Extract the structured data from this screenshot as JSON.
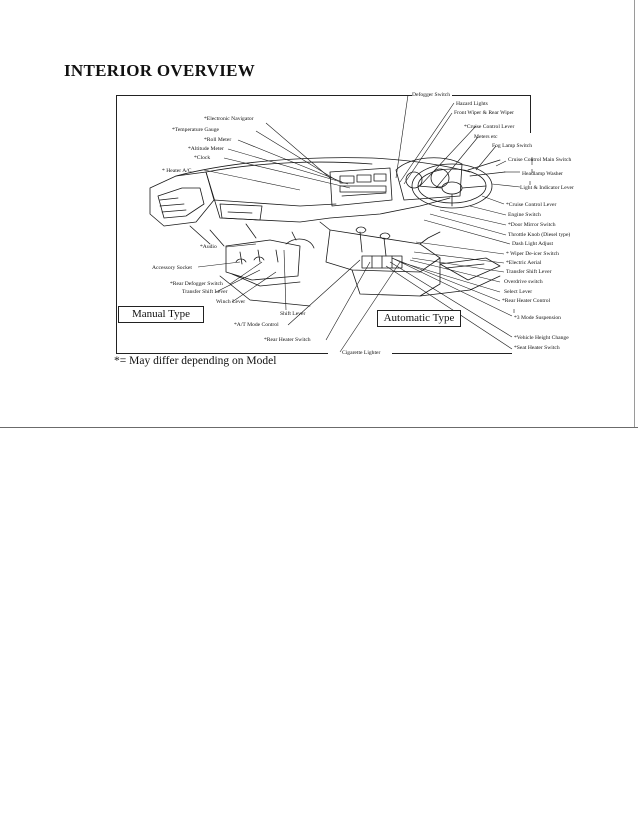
{
  "title": "INTERIOR OVERVIEW",
  "labels_left": [
    "*Electronic Navigator",
    "*Temperature Gauge",
    "*Roll Meter",
    "*Altitude Meter",
    "*Clock",
    "* Heater A/C",
    "*Audio",
    "Accessory Socket",
    "*Rear Defogger Switch",
    "Transfer Shift Lever",
    "Winch Lever"
  ],
  "labels_bottom": [
    "Shift Lever",
    "*A/T Mode Control",
    "*Rear Heater Switch",
    "Cigarette Lighter"
  ],
  "labels_top": [
    "Defogger Switch",
    "Hazard Lights",
    "Front Wiper & Rear Wiper",
    "*Cruise Control Lever",
    "Meters etc",
    "Fog Lamp Switch"
  ],
  "labels_right": [
    "Cruise Control Main Switch",
    "Headlamp Washer",
    "Light & Indicator Lever",
    "*Cruise Control Lever",
    "Engine Switch",
    "*Door Mirror Switch",
    "Throttle Knob (Diesel type)",
    "Dash Light Adjust",
    "* Wiper De-icer Switch",
    "*Electric Aerial",
    "Transfer Shift Lever",
    "Overdrive switch",
    "Select Lever",
    "*Rear Heater Control",
    "*3 Mode Suspension",
    "*Vehicle Height Change",
    "*Seat Heater Switch"
  ],
  "manual_type": "Manual Type",
  "automatic_type": "Automatic Type",
  "footnote": "*= May differ depending on Model"
}
